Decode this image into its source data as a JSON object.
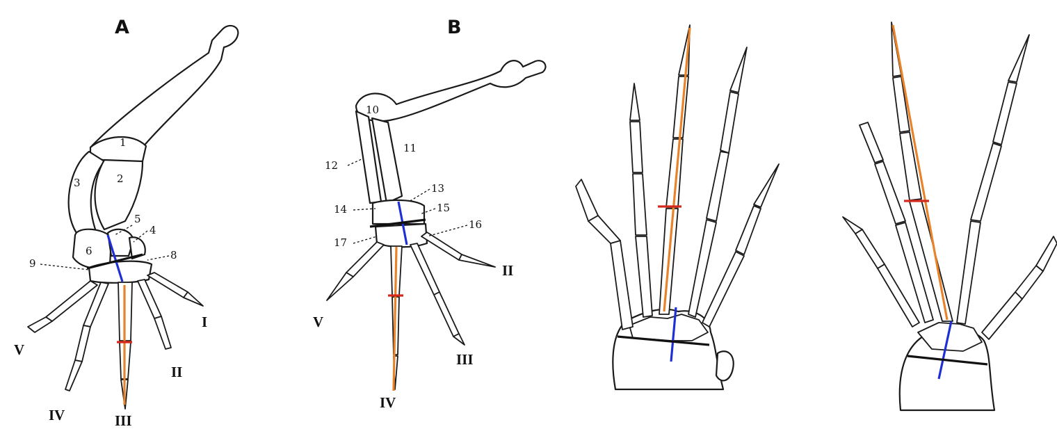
{
  "panels": {
    "a": {
      "letter": "A"
    },
    "b": {
      "letter": "B"
    }
  },
  "labels_a": {
    "n1": "1",
    "n2": "2",
    "n3": "3",
    "n4": "4",
    "n5": "5",
    "n6": "6",
    "n8": "8",
    "n9": "9",
    "d1": "I",
    "d2": "II",
    "d3": "III",
    "d4": "IV",
    "d5": "V"
  },
  "labels_b": {
    "n10": "10",
    "n11": "11",
    "n12": "12",
    "n13": "13",
    "n14": "14",
    "n15": "15",
    "n16": "16",
    "n17": "17",
    "d2": "II",
    "d3": "III",
    "d4": "IV",
    "d5": "V"
  },
  "colors": {
    "digit_axis": "#e8832a",
    "width_marker": "#d42a1e",
    "proximodistal_line": "#1f2fd6",
    "transverse_line": "#111111"
  }
}
